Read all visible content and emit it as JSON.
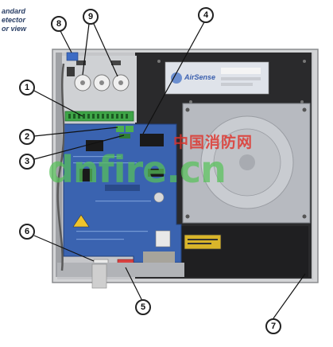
{
  "caption": {
    "line1": "andard",
    "line2": "etector",
    "line3": "or view"
  },
  "callouts": [
    "1",
    "2",
    "3",
    "4",
    "5",
    "6",
    "7",
    "8",
    "9"
  ],
  "device": {
    "brand_label": "AirSense",
    "sticker_text": "",
    "warning_label": ""
  },
  "watermark": {
    "chinese": "中国消防网",
    "latin": "dnfire.cn"
  },
  "colors": {
    "pcb": "#3a63b0",
    "chassis": "#2c2c2c",
    "fan_plate": "#b9bcc2",
    "watermark_green": "#58c25a",
    "watermark_red": "#e0322a"
  }
}
